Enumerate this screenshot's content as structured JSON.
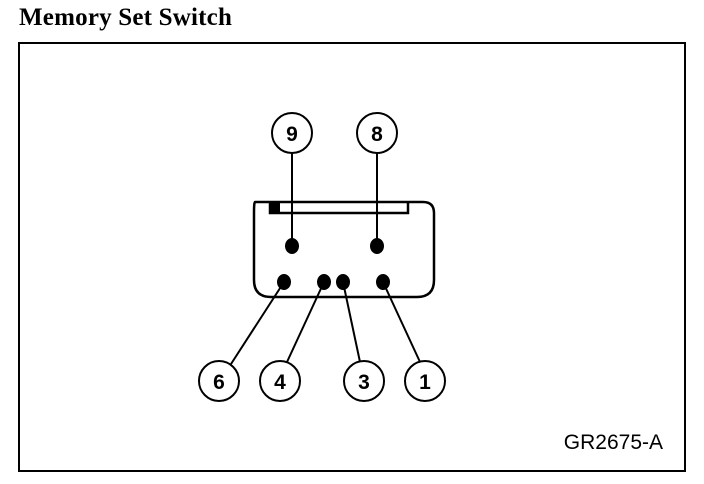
{
  "title": "Memory Set Switch",
  "figure_code": "GR2675-A",
  "pins": [
    {
      "id": "pin-9",
      "label": "9"
    },
    {
      "id": "pin-8",
      "label": "8"
    },
    {
      "id": "pin-6",
      "label": "6"
    },
    {
      "id": "pin-4",
      "label": "4"
    },
    {
      "id": "pin-3",
      "label": "3"
    },
    {
      "id": "pin-1",
      "label": "1"
    }
  ]
}
